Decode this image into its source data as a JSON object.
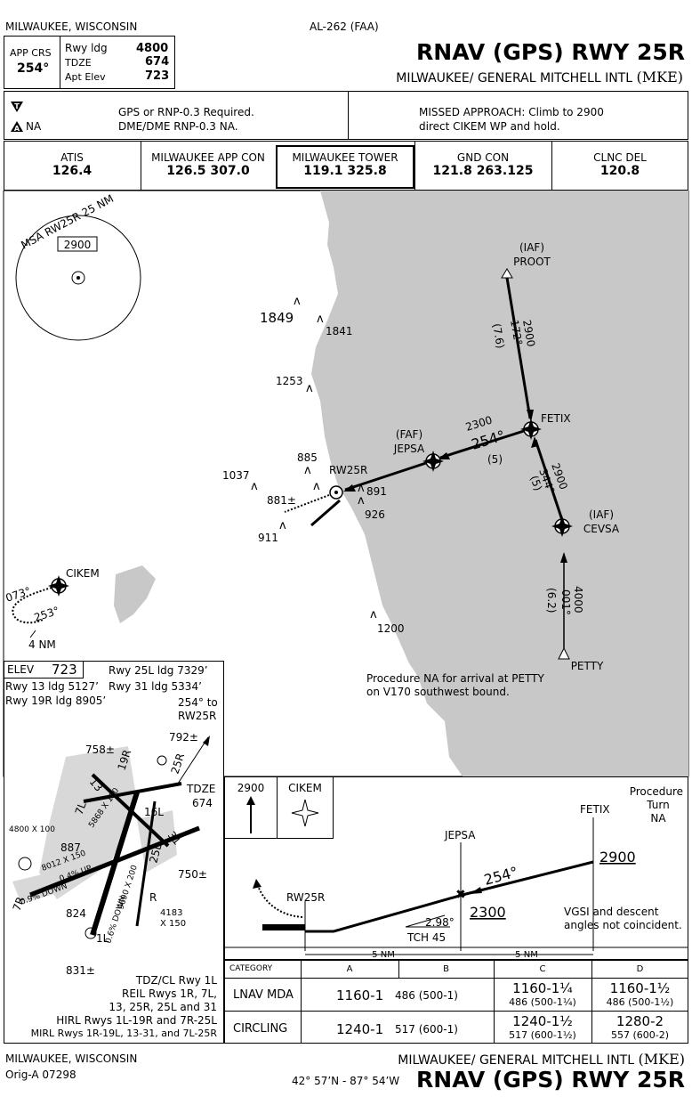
{
  "header": {
    "city_state": "MILWAUKEE, WISCONSIN",
    "chart_id": "AL-262 (FAA)",
    "app_crs_label": "APP CRS",
    "app_crs_value": "254°",
    "rwy_ldg_label": "Rwy ldg",
    "rwy_ldg_value": "4800",
    "tdze_label": "TDZE",
    "tdze_value": "674",
    "apt_elev_label": "Apt Elev",
    "apt_elev_value": "723",
    "procedure_title": "RNAV (GPS) RWY 25R",
    "airport_name": "MILWAUKEE/ GENERAL MITCHELL INTL",
    "airport_id": "(MKE)"
  },
  "notes": {
    "na_label": "NA",
    "gps_note_1": "GPS or RNP-0.3 Required.",
    "gps_note_2": "DME/DME RNP-0.3 NA.",
    "missed_1": "MISSED APPROACH: Climb to 2900",
    "missed_2": "direct CIKEM WP and hold."
  },
  "comms": [
    {
      "label": "ATIS",
      "freq": "126.4"
    },
    {
      "label": "MILWAUKEE APP CON",
      "freq": "126.5  307.0"
    },
    {
      "label": "MILWAUKEE TOWER",
      "freq": "119.1  325.8"
    },
    {
      "label": "GND CON",
      "freq": "121.8 263.125"
    },
    {
      "label": "CLNC DEL",
      "freq": "120.8"
    }
  ],
  "plan": {
    "msa_label": "MSA RW25R 25 NM",
    "msa_alt": "2900",
    "iaf_label": "(IAF)",
    "faf_label": "(FAF)",
    "proot": "PROOT",
    "fetix": "FETIX",
    "cevsa": "CEVSA",
    "jepsa": "JEPSA",
    "petty": "PETTY",
    "cikem": "CIKEM",
    "rw25r": "RW25R",
    "leg_proot_alt": "2900",
    "leg_proot_crs": "172°",
    "leg_proot_dist": "(7.6)",
    "leg_fetix_alt": "2300",
    "leg_fetix_crs": "254°",
    "leg_fetix_dist": "(5)",
    "leg_cevsa_alt": "2900",
    "leg_cevsa_crs": "344°",
    "leg_cevsa_dist": "(5)",
    "leg_petty_alt": "4000",
    "leg_petty_crs": "001°",
    "leg_petty_dist": "(6.2)",
    "hold_in": "073°",
    "hold_out": "253°",
    "hold_dist": "4 NM",
    "obstacles": [
      "1849",
      "1841",
      "1253",
      "885",
      "1037",
      "881±",
      "891",
      "926",
      "911",
      "1200"
    ],
    "petty_note_1": "Procedure NA for arrival at PETTY",
    "petty_note_2": "on V170 southwest bound."
  },
  "airport": {
    "elev_label": "ELEV",
    "elev_value": "723",
    "rwy_25l": "Rwy 25L ldg 7329’",
    "rwy_13": "Rwy 13 ldg 5127’",
    "rwy_31": "Rwy 31 ldg 5334’",
    "rwy_19r": "Rwy 19R ldg 8905’",
    "crs_to": "254° to",
    "crs_to_2": "RW25R",
    "obs_792": "792±",
    "obs_758": "758±",
    "obs_887": "887",
    "obs_750": "750±",
    "obs_824": "824",
    "obs_831": "831±",
    "tdze_label": "TDZE",
    "tdze_value": "674",
    "dim_4800": "4800 X 100",
    "dim_8012": "8012 X 150",
    "dim_4183_1": "4183",
    "dim_4183_2": "X 150",
    "dim_9690": "9690 X 200",
    "dim_5868": "5868 X 150",
    "rwy_13_num": "13",
    "rwy_7l": "7L",
    "rwy_19r_num": "19R",
    "rwy_25r_num": "25R",
    "rwy_16l": "16L",
    "rwy_25l_num": "25L",
    "rwy_31_num": "31",
    "rwy_7r": "7R",
    "rwy_1l": "1L",
    "rwy_r": "R",
    "grad_1": "0.9% DOWN",
    "grad_2": "0.4% UP",
    "grad_3": "0.6% DOWN",
    "light_1": "TDZ/CL Rwy 1L",
    "light_2": "REIL Rwys 1R, 7L,",
    "light_3": "13, 25R, 25L and 31",
    "light_4": "HIRL Rwys 1L-19R and 7R-25L",
    "light_5": "MIRL Rwys 1R-19L, 13-31, and 7L-25R"
  },
  "profile": {
    "alt_2900": "2900",
    "cikem": "CIKEM",
    "fetix": "FETIX",
    "jepsa": "JEPSA",
    "rw25r": "RW25R",
    "pt_1": "Procedure",
    "pt_2": "Turn",
    "pt_3": "NA",
    "course": "254°",
    "alt_fetix": "2900",
    "alt_jepsa": "2300",
    "gs": "2.98°",
    "tch": "TCH 45",
    "vgsi_1": "VGSI and descent",
    "vgsi_2": "angles not coincident.",
    "dist_1": "5 NM",
    "dist_2": "5 NM"
  },
  "minima": {
    "headers": [
      "CATEGORY",
      "A",
      "B",
      "C",
      "D"
    ],
    "lnav_label": "LNAV MDA",
    "lnav_ab_main": "1160-1",
    "lnav_ab_sub": "486 (500-1)",
    "lnav_c_main": "1160-1¼",
    "lnav_c_sub": "486 (500-1¼)",
    "lnav_d_main": "1160-1½",
    "lnav_d_sub": "486 (500-1½)",
    "circ_label": "CIRCLING",
    "circ_ab_main": "1240-1",
    "circ_ab_sub": "517 (600-1)",
    "circ_c_main": "1240-1½",
    "circ_c_sub": "517 (600-1½)",
    "circ_d_main": "1280-2",
    "circ_d_sub": "557 (600-2)"
  },
  "footer": {
    "city_state": "MILWAUKEE, WISCONSIN",
    "orig": "Orig-A  07298",
    "latlon": "42° 57’N - 87° 54’W",
    "airport_name": "MILWAUKEE/ GENERAL MITCHELL INTL",
    "airport_id": "(MKE)",
    "procedure_title": "RNAV (GPS) RWY 25R"
  }
}
